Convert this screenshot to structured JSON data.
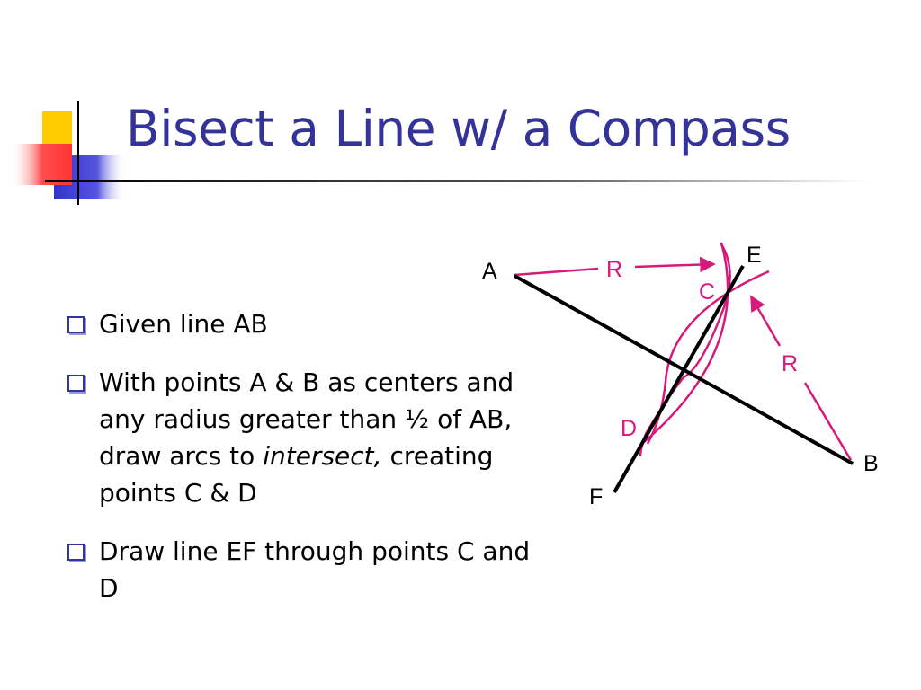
{
  "slide": {
    "title": "Bisect a Line w/ a Compass"
  },
  "bullets": [
    {
      "before": "Given line AB",
      "italic": "",
      "after": ""
    },
    {
      "before": "With points A & B as centers and any radius greater than ½ of AB, draw arcs to ",
      "italic": "intersect,",
      "after": " creating points C & D"
    },
    {
      "before": "Draw line EF through points C and D",
      "italic": "",
      "after": ""
    }
  ],
  "diagram": {
    "labels": {
      "A": "A",
      "B": "B",
      "C": "C",
      "D": "D",
      "E": "E",
      "F": "F",
      "R_left": "R",
      "R_right": "R"
    }
  },
  "colors": {
    "title": "#333399",
    "construction": "#d6197a",
    "line": "#000000",
    "bullet_marker": "#333399",
    "deco_yellow": "#ffcc00",
    "deco_red": "#ff3333",
    "deco_blue": "#3333cc"
  }
}
